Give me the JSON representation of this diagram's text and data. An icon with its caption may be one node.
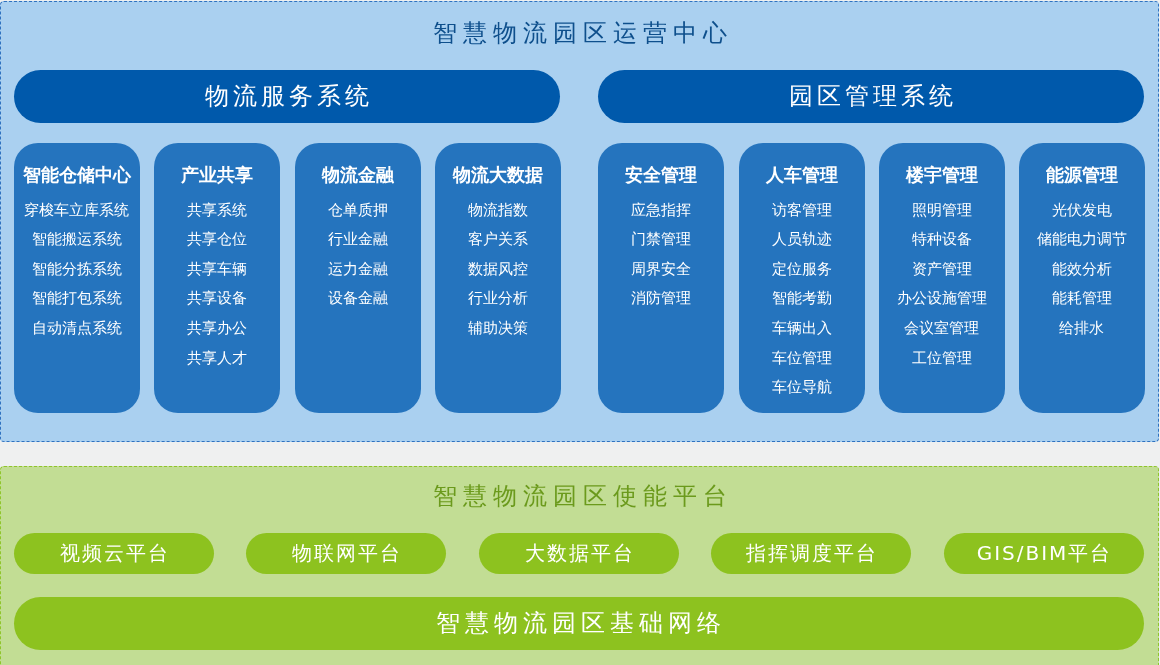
{
  "diagram": {
    "nodes": [
      {
        "text": [
          "智慧物流园区运营中心"
        ]
      },
      {
        "text": [
          "物流服务系统"
        ],
        "in": 0
      },
      {
        "text": [
          "园区管理系统"
        ],
        "in": 0
      },
      {
        "text": [
          "智能仓储中心",
          "穿梭车立库系统",
          "智能搬运系统",
          "智能分拣系统",
          "智能打包系统",
          "自动清点系统"
        ],
        "in": 0
      },
      {
        "text": [
          "产业共享",
          "共享系统",
          "共享仓位",
          "共享车辆",
          "共享设备",
          "共享办公",
          "共享人才"
        ],
        "in": 0
      },
      {
        "text": [
          "物流金融",
          "仓单质押",
          "行业金融",
          "运力金融",
          "设备金融"
        ],
        "in": 0
      },
      {
        "text": [
          "物流大数据",
          "物流指数",
          "客户关系",
          "数据风控",
          "行业分析",
          "辅助决策"
        ],
        "in": 0
      },
      {
        "text": [
          "安全管理",
          "应急指挥",
          "门禁管理",
          "周界安全",
          "消防管理"
        ],
        "in": 0
      },
      {
        "text": [
          "人车管理",
          "访客管理",
          "人员轨迹",
          "定位服务",
          "智能考勤",
          "车辆出入",
          "车位管理",
          "车位导航"
        ],
        "in": 0
      },
      {
        "text": [
          "楼宇管理",
          "照明管理",
          "特种设备",
          "资产管理",
          "办公设施管理",
          "会议室管理",
          "工位管理"
        ],
        "in": 0
      },
      {
        "text": [
          "能源管理",
          "光伏发电",
          "储能电力调节",
          "能效分析",
          "能耗管理",
          "给排水"
        ],
        "in": 0
      },
      {
        "text": [
          "智慧物流园区使能平台"
        ]
      },
      {
        "text": [
          "视频云平台"
        ],
        "in": 11
      },
      {
        "text": [
          "物联网平台"
        ],
        "in": 11
      },
      {
        "text": [
          "大数据平台"
        ],
        "in": 11
      },
      {
        "text": [
          "指挥调度平台"
        ],
        "in": 11
      },
      {
        "text": [
          "GIS/BIM平台"
        ],
        "in": 11
      },
      {
        "text": [
          "智慧物流园区基础网络"
        ],
        "in": 11
      }
    ]
  }
}
